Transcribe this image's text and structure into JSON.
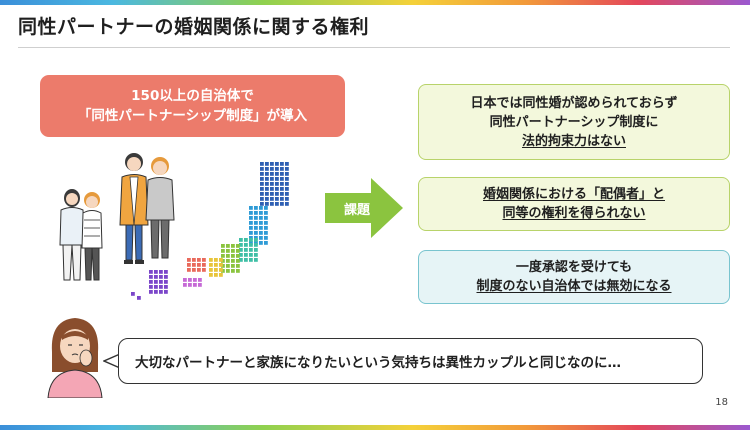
{
  "slide": {
    "title": "同性パートナーの婚姻関係に関する権利",
    "page_number": "18"
  },
  "intro": {
    "line1": "150以上の自治体で",
    "line2": "「同性パートナーシップ制度」が導入"
  },
  "arrow_label": "課題",
  "issues": [
    {
      "line1": "日本では同性婚が認められておらず",
      "line2": "同性パートナーシップ制度に",
      "line3": "法的拘束力はない"
    },
    {
      "line1": "婚姻関係における「配偶者」と",
      "line2": "同等の権利を得られない"
    },
    {
      "line1": "一度承認を受けても",
      "line2": "制度のない自治体では無効になる"
    }
  ],
  "speech": "大切なパートナーと家族になりたいという気持ちは異性カップルと同じなのに…",
  "colors": {
    "intro_bg": "#ec7b6b",
    "arrow": "#8bc43f",
    "issue_green_border": "#b8d36a",
    "issue_green_bg": "#f3f8dc",
    "issue_teal_border": "#79c4cf",
    "issue_teal_bg": "#e6f4f6"
  },
  "icons": [
    "people-illustration-icon",
    "japan-map-icon",
    "worried-person-icon",
    "right-arrow-icon"
  ]
}
